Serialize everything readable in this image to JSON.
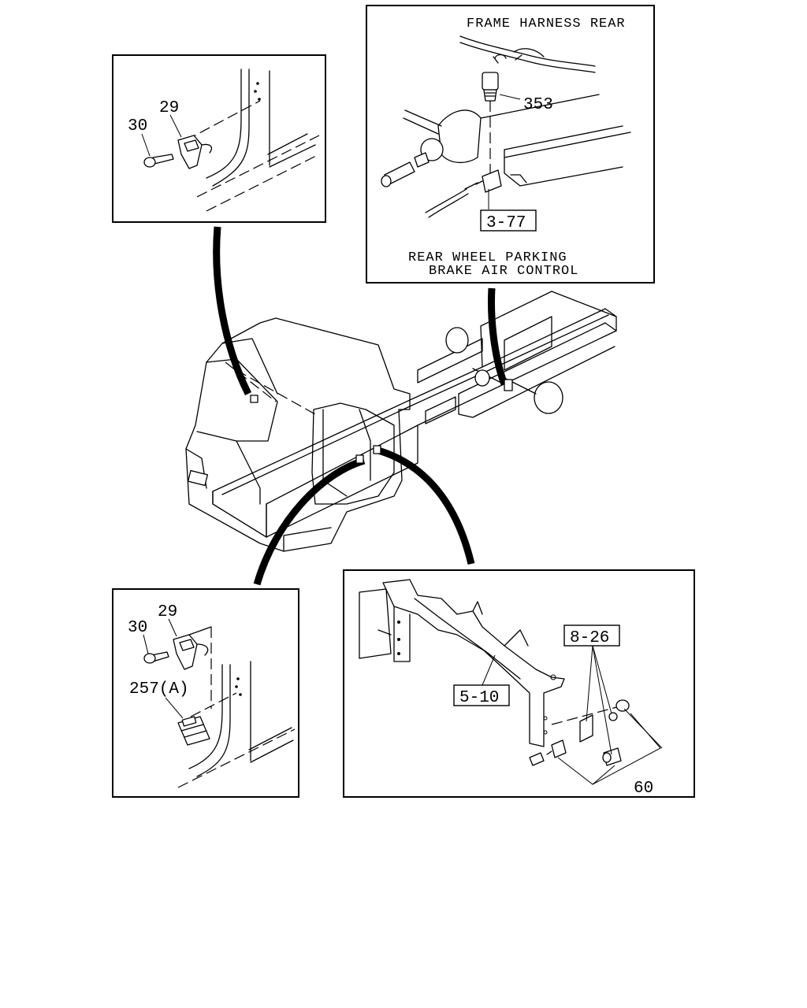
{
  "callouts": {
    "top_left": {
      "clip": "29",
      "bolt": "30"
    },
    "bottom_left": {
      "clip": "29",
      "bolt": "30",
      "lamp": "257(A)"
    },
    "top_right": {
      "harness": "FRAME HARNESS REAR",
      "switch": "353",
      "ref": "3-77",
      "caption_line1": "REAR WHEEL PARKING",
      "caption_line2": "BRAKE AIR CONTROL"
    },
    "bottom_right": {
      "bracket_ref": "8-26",
      "frame_ref": "5-10",
      "switch": "60"
    }
  }
}
